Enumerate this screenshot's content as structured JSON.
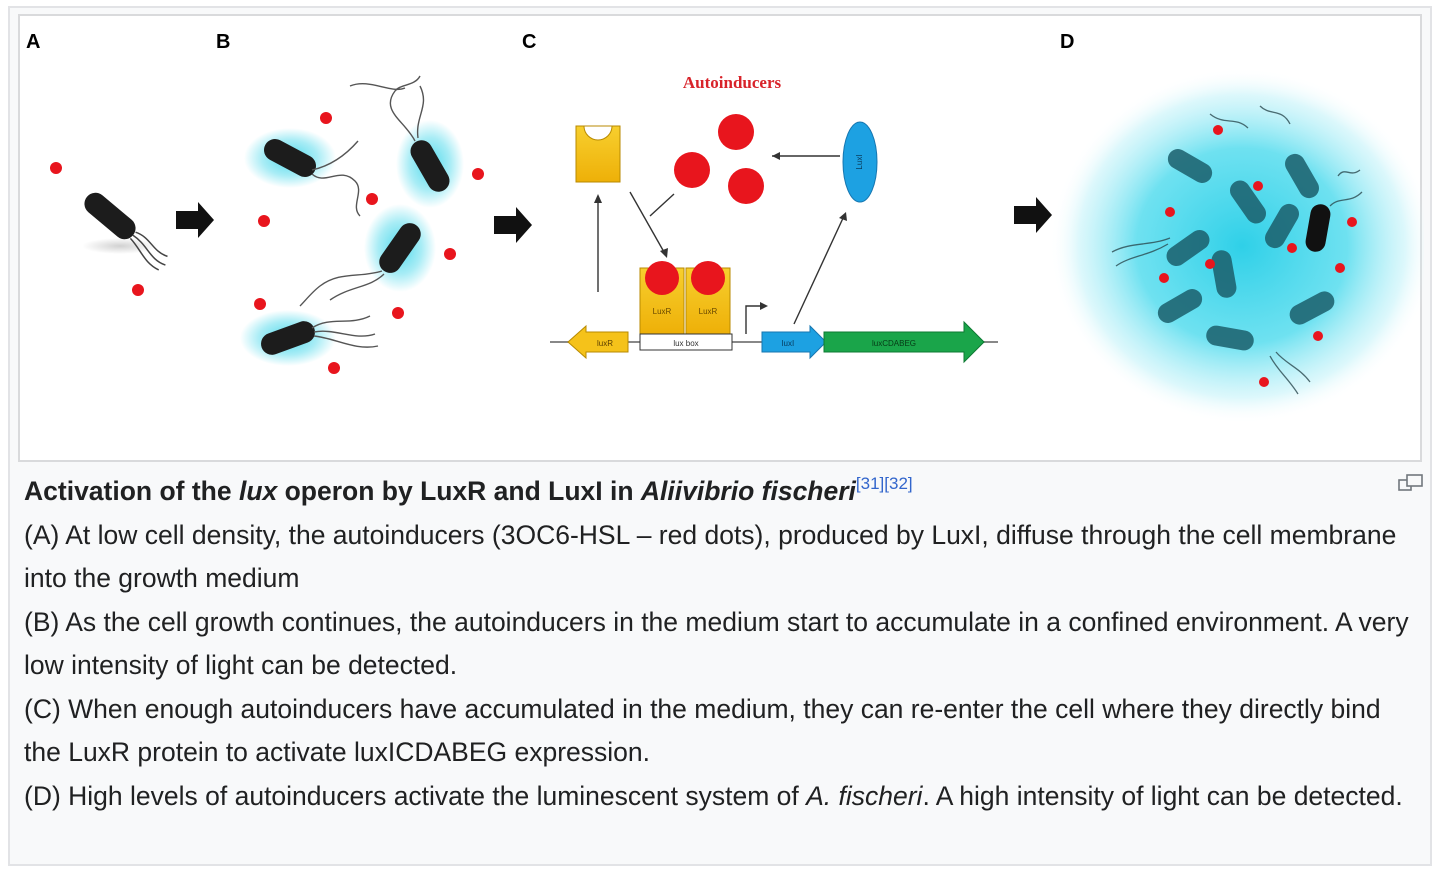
{
  "panels": {
    "a": "A",
    "b": "B",
    "c": "C",
    "d": "D"
  },
  "diagram_c": {
    "autoinducers_label": "Autoinducers",
    "luxi_bubble": "LuxI",
    "luxr_protein_1": "LuxR",
    "luxr_protein_2": "LuxR",
    "gene_luxr": "luxR",
    "lux_box": "lux box",
    "gene_luxi": "luxI",
    "gene_operon": "luxCDABEG"
  },
  "caption": {
    "title_part1": "Activation of the ",
    "title_italic1": "lux",
    "title_part2": " operon by LuxR and LuxI in ",
    "title_italic2": "Aliivibrio fischeri",
    "ref1": "[31]",
    "ref2": "[32]",
    "para_a": "(A) At low cell density, the autoinducers (3OC6-HSL – red dots), produced by LuxI, diffuse through the cell membrane into the growth medium",
    "para_b": "(B) As the cell growth continues, the autoinducers in the medium start to accumulate in a confined environment. A very low intensity of light can be detected.",
    "para_c": "(C) When enough autoinducers have accumulated in the medium, they can re-enter the cell where they directly bind the LuxR protein to activate luxICDABEG expression.",
    "para_d_1": "(D) High levels of autoinducers activate the luminescent system of ",
    "para_d_italic": "A. fischeri",
    "para_d_2": ". A high intensity of light can be detected."
  },
  "colors": {
    "autoinducer_red": "#e8151d",
    "glow_cyan": "#3fd6ea",
    "luxr_yellow": "#f5c21a",
    "luxi_blue": "#1da1e2",
    "operon_green": "#1aa54a",
    "caption_background": "#f8f9fa",
    "reference_link": "#3366cc"
  },
  "icons": {
    "magnify": "magnify-icon"
  }
}
